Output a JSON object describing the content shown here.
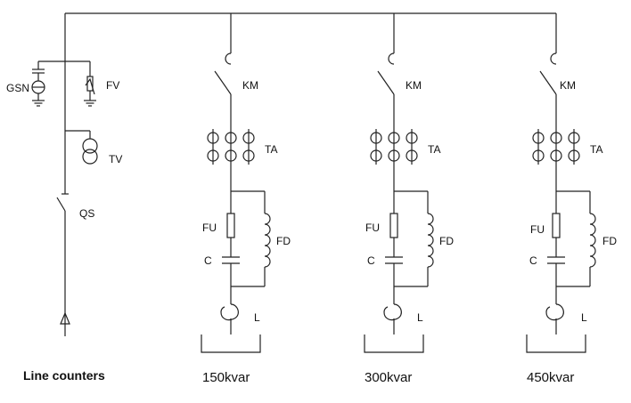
{
  "labels": {
    "gsn": "GSN",
    "fv": "FV",
    "tv": "TV",
    "qs": "QS",
    "line_counters": "Line counters"
  },
  "branches": [
    {
      "km": "KM",
      "ta": "TA",
      "fu": "FU",
      "fd": "FD",
      "c": "C",
      "l": "L",
      "caption": "150kvar"
    },
    {
      "km": "KM",
      "ta": "TA",
      "fu": "FU",
      "fd": "FD",
      "c": "C",
      "l": "L",
      "caption": "300kvar"
    },
    {
      "km": "KM",
      "ta": "TA",
      "fu": "FU",
      "fd": "FD",
      "c": "C",
      "l": "L",
      "caption": "450kvar"
    }
  ]
}
